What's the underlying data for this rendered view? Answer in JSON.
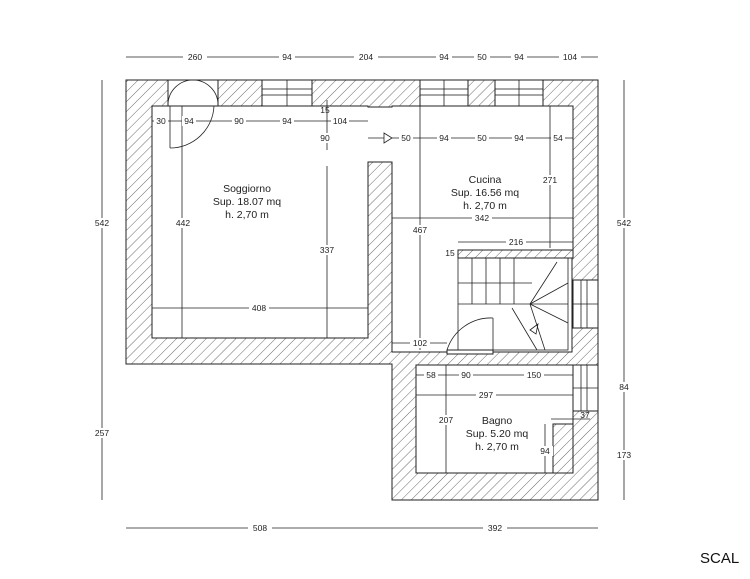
{
  "title": "Floor plan",
  "rooms": {
    "soggiorno": {
      "name": "Soggiorno",
      "area": "Sup. 18.07 mq",
      "height": "h. 2,70 m"
    },
    "cucina": {
      "name": "Cucina",
      "area": "Sup. 16.56 mq",
      "height": "h. 2,70 m"
    },
    "bagno": {
      "name": "Bagno",
      "area": "Sup. 5.20 mq",
      "height": "h. 2,70 m"
    }
  },
  "dims": {
    "top": [
      "260",
      "94",
      "204",
      "94",
      "50",
      "94",
      "104"
    ],
    "bottom": [
      "508",
      "392"
    ],
    "left": [
      "542",
      "257"
    ],
    "right": [
      "542",
      "84",
      "173"
    ],
    "soggiorno_row": [
      "30",
      "94",
      "90",
      "94",
      "104"
    ],
    "soggiorno_15": "15",
    "soggiorno_90": "90",
    "soggiorno_442": "442",
    "soggiorno_337": "337",
    "soggiorno_408": "408",
    "cucina_row": [
      "50",
      "94",
      "50",
      "94",
      "54"
    ],
    "cucina_271": "271",
    "cucina_342": "342",
    "cucina_467": "467",
    "cucina_216": "216",
    "cucina_15": "15",
    "cucina_102": "102",
    "bagno_row": [
      "58",
      "90",
      "150"
    ],
    "bagno_297": "297",
    "bagno_207": "207",
    "bagno_37": "37",
    "bagno_94": "94"
  },
  "scale_label": "SCAL"
}
